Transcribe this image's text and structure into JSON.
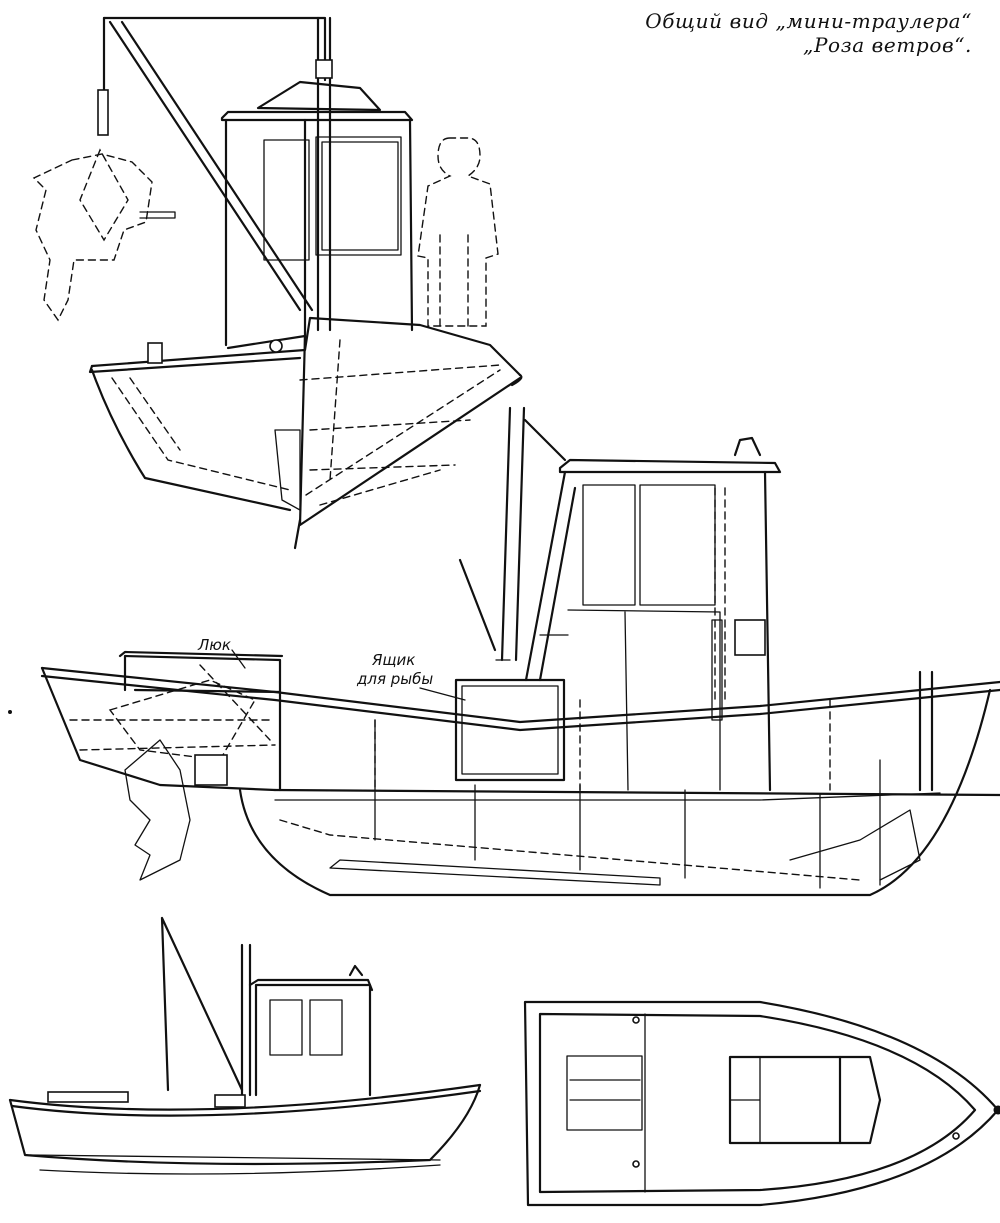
{
  "caption": {
    "line1": "Общий вид „мини-траулера“",
    "line2": "„Роза ветров“."
  },
  "labels": {
    "hatch": "Люк",
    "fish_box_line1": "Ящик",
    "fish_box_line2": "для рыбы"
  },
  "views": [
    {
      "name": "stern-perspective-view"
    },
    {
      "name": "side-section-view"
    },
    {
      "name": "small-side-view"
    },
    {
      "name": "plan-view"
    }
  ]
}
